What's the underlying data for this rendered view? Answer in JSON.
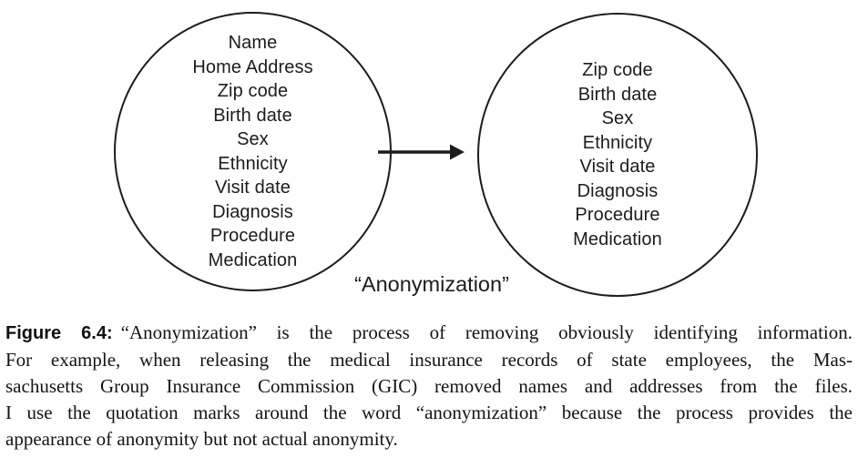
{
  "figure": {
    "left_circle_items": [
      "Name",
      "Home Address",
      "Zip code",
      "Birth date",
      "Sex",
      "Ethnicity",
      "Visit date",
      "Diagnosis",
      "Procedure",
      "Medication"
    ],
    "right_circle_items": [
      "Zip code",
      "Birth date",
      "Sex",
      "Ethnicity",
      "Visit date",
      "Diagnosis",
      "Procedure",
      "Medication"
    ],
    "arrow_label": "“Anonymization”"
  },
  "caption": {
    "lines": [
      {
        "label": "Figure 6.4:",
        "text": "“Anonymization” is the process of removing obviously identifying information.",
        "justify": true
      },
      {
        "text": "For example, when releasing the medical insurance records of state employees, the Mas-",
        "justify": true
      },
      {
        "text": "sachusetts Group Insurance Commission (GIC) removed names and addresses from the files.",
        "justify": true
      },
      {
        "text": "I use the quotation marks around the word “anonymization” because the process provides the",
        "justify": true
      },
      {
        "text": "appearance of anonymity but not actual anonymity.",
        "justify": false
      }
    ]
  },
  "colors": {
    "ink": "#1c1c1c",
    "background": "#ffffff"
  }
}
